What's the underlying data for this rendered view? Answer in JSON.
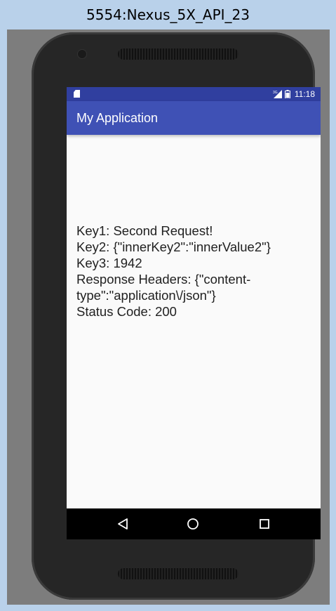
{
  "window": {
    "title": "5554:Nexus_5X_API_23"
  },
  "status_bar": {
    "network_label": "3G",
    "time": "11:18",
    "icons": [
      "sd-card-icon",
      "signal-icon",
      "battery-icon"
    ]
  },
  "app_bar": {
    "title": "My Application",
    "color": "#3f51b5"
  },
  "content": {
    "lines": [
      "Key1: Second Request!",
      "Key2: {\"innerKey2\":\"innerValue2\"}",
      "Key3: 1942",
      "Response Headers: {\"content-type\":\"application\\/json\"}",
      "Status Code: 200"
    ]
  },
  "nav_bar": {
    "icons": [
      "back-icon",
      "home-icon",
      "recents-icon"
    ]
  },
  "colors": {
    "status_bar": "#303f9f",
    "app_bar": "#3f51b5",
    "screen_background": "#fafafa",
    "text": "#212121"
  }
}
